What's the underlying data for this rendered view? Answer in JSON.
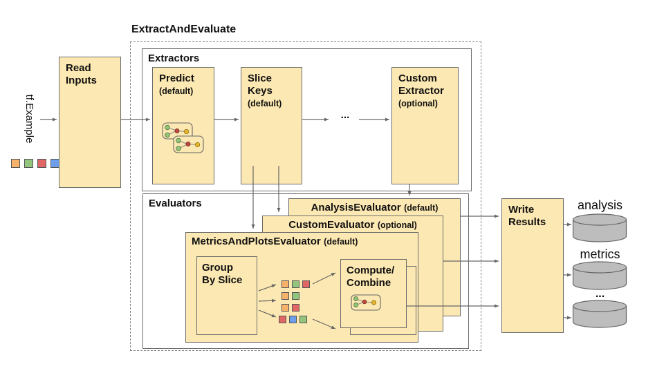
{
  "diagram_title": "ExtractAndEvaluate",
  "colors": {
    "box_fill": "#FCE8B2",
    "box_border": "#6B6B6B",
    "arrow": "#666666",
    "cylinder_fill": "#BDBDBD",
    "orange": "#F6B26B",
    "green": "#93C47D",
    "red": "#E06666",
    "blue": "#6D9EEB"
  },
  "input": {
    "label": "tf.Example",
    "legend": [
      "orange",
      "green",
      "red",
      "blue"
    ]
  },
  "read_inputs": {
    "label": "Read\nInputs"
  },
  "extractors": {
    "label": "Extractors",
    "ellipsis": "...",
    "predict": {
      "name": "Predict",
      "qualifier": "(default)"
    },
    "slice_keys": {
      "name": "Slice\nKeys",
      "qualifier": "(default)"
    },
    "custom": {
      "name": "Custom\nExtractor",
      "qualifier": "(optional)"
    }
  },
  "evaluators": {
    "label": "Evaluators",
    "analysis": {
      "name": "AnalysisEvaluator",
      "qualifier": "(default)"
    },
    "custom": {
      "name": "CustomEvaluator",
      "qualifier": "(optional)"
    },
    "metrics_and_plots": {
      "name": "MetricsAndPlotsEvaluator",
      "qualifier": "(default)"
    },
    "group_by_slice": {
      "label": "Group\nBy Slice"
    },
    "compute_combine": {
      "label": "Compute/\nCombine"
    },
    "slice_groups": [
      [
        "orange",
        "green",
        "red"
      ],
      [
        "orange",
        "green"
      ],
      [
        "orange",
        "red"
      ],
      [
        "red",
        "blue",
        "green"
      ]
    ]
  },
  "write_results": {
    "label": "Write\nResults"
  },
  "outputs": {
    "items": [
      "analysis",
      "metrics",
      "..."
    ]
  }
}
